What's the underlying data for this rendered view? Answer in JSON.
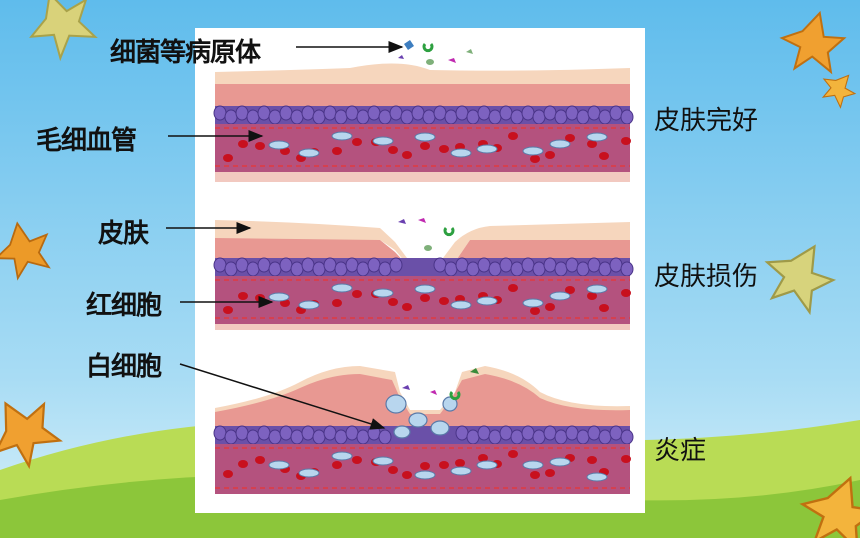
{
  "left_labels": {
    "pathogen": "细菌等病原体",
    "capillary": "毛细血管",
    "skin": "皮肤",
    "rbc": "红细胞",
    "wbc": "白细胞"
  },
  "right_labels": {
    "intact": "皮肤完好",
    "damaged": "皮肤损伤",
    "inflammation": "炎症"
  },
  "colors": {
    "sky": "#7ec8ef",
    "grass": "#9ccb3c",
    "skin_light": "#f6d6bd",
    "skin_dermis": "#e89892",
    "cell_layer": "#6a50a8",
    "vessel": "#b4527e",
    "rbc": "#c8101e",
    "wbc": "#b8d6ee"
  }
}
